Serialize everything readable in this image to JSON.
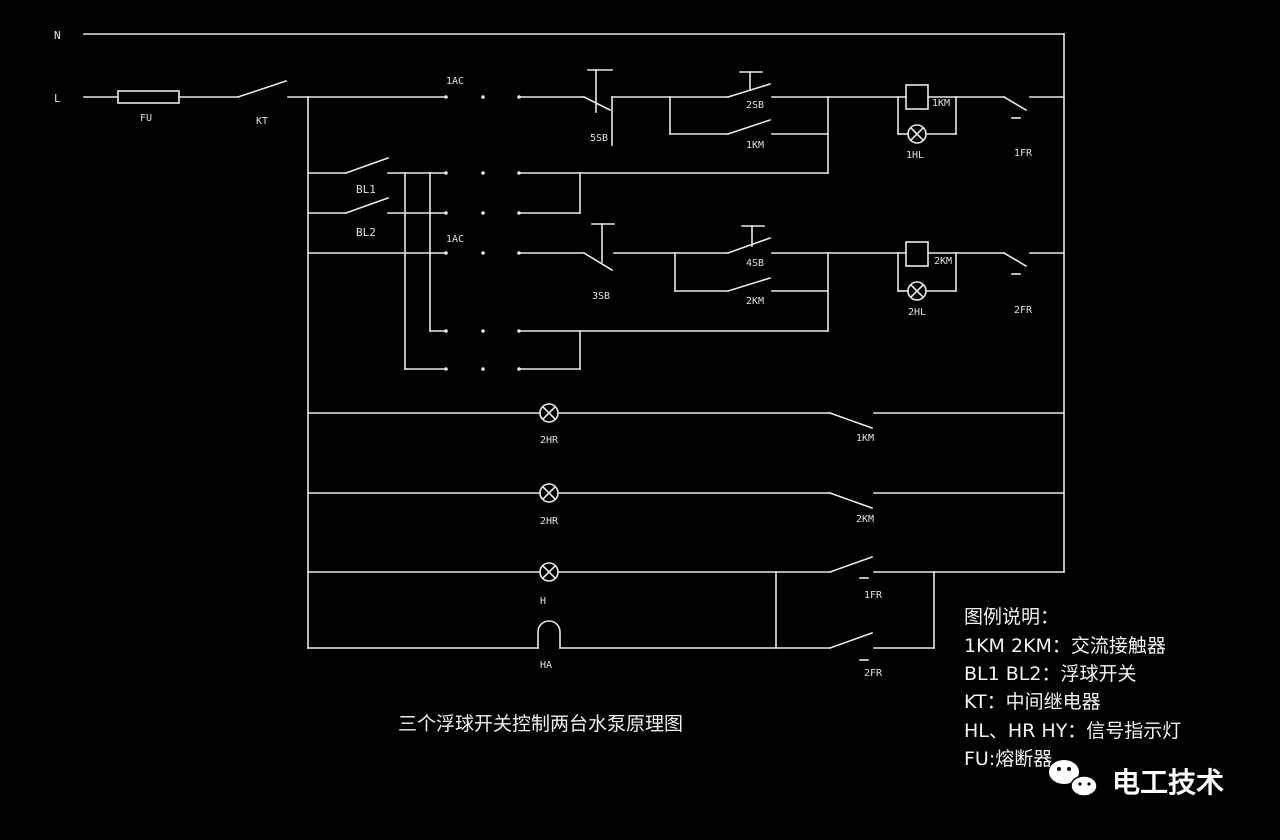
{
  "diagram": {
    "title": "三个浮球开关控制两台水泵原理图",
    "rails": {
      "neutral": "N",
      "line": "L"
    },
    "components": {
      "fuse": "FU",
      "relay_contact": "KT",
      "selector_1": "1AC",
      "selector_2": "1AC",
      "float_1": "BL1",
      "float_2": "BL2",
      "stop_1": "5SB",
      "start_1": "2SB",
      "hold_1": "1KM",
      "coil_1": "1KM",
      "lamp_1": "1HL",
      "thermal_1": "1FR",
      "stop_2": "3SB",
      "start_2": "4SB",
      "hold_2": "2KM",
      "coil_2": "2KM",
      "lamp_2": "2HL",
      "thermal_2": "2FR",
      "lamp_r1": "2HR",
      "contact_r1": "1KM",
      "lamp_r2": "2HR",
      "contact_r2": "2KM",
      "lamp_h": "H",
      "contact_h": "1FR",
      "horn": "HA",
      "contact_ha": "2FR"
    }
  },
  "legend": {
    "heading": "图例说明：",
    "lines": [
      "1KM  2KM：交流接触器",
      "BL1  BL2：浮球开关",
      "KT：中间继电器",
      "HL、HR  HY：信号指示灯",
      "FU:熔断器"
    ]
  },
  "watermark": {
    "icon": "wechat-icon",
    "text": "电工技术"
  }
}
